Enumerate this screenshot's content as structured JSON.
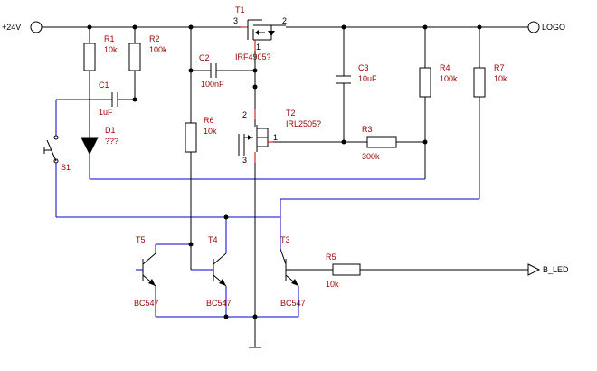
{
  "terminals": {
    "supply": "+24V",
    "logo": "LOGO",
    "led": "B_LED"
  },
  "components": {
    "R1": {
      "ref": "R1",
      "value": "10k"
    },
    "R2": {
      "ref": "R2",
      "value": "100k"
    },
    "R3": {
      "ref": "R3",
      "value": "300k"
    },
    "R4": {
      "ref": "R4",
      "value": "100k"
    },
    "R5": {
      "ref": "R5",
      "value": "10k"
    },
    "R6": {
      "ref": "R6",
      "value": "10k"
    },
    "R7": {
      "ref": "R7",
      "value": "10k"
    },
    "C1": {
      "ref": "C1",
      "value": "1uF"
    },
    "C2": {
      "ref": "C2",
      "value": "100nF"
    },
    "C3": {
      "ref": "C3",
      "value": "10uF"
    },
    "D1": {
      "ref": "D1",
      "value": "???"
    },
    "S1": {
      "ref": "S1"
    },
    "T1": {
      "ref": "T1",
      "value": "IRF4905?"
    },
    "T2": {
      "ref": "T2",
      "value": "IRL2505?"
    },
    "T3": {
      "ref": "T3",
      "value": "BC547"
    },
    "T4": {
      "ref": "T4",
      "value": "BC547"
    },
    "T5": {
      "ref": "T5",
      "value": "BC547"
    }
  },
  "pins": {
    "t1_gate": "1",
    "t1_drain": "2",
    "t1_source": "3",
    "t2_gate": "1",
    "t2_drain": "2",
    "t2_source": "3"
  }
}
